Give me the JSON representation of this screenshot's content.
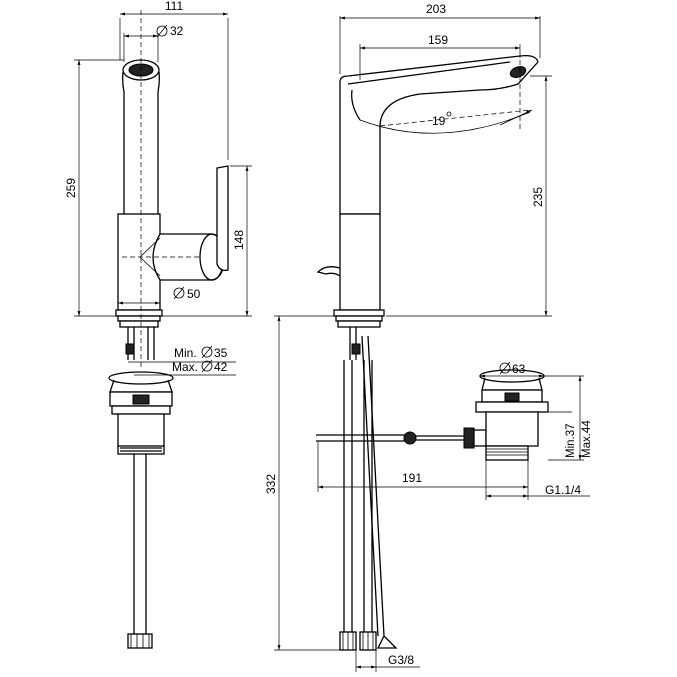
{
  "dimensions": {
    "d111": "111",
    "d32": "32",
    "d259": "259",
    "d148": "148",
    "d50": "50",
    "min35": "Min.",
    "min35v": "35",
    "max42": "Max.",
    "max42v": "42",
    "d203": "203",
    "d159": "159",
    "angle": "19",
    "d235": "235",
    "d332": "332",
    "d63": "63",
    "min37": "Min.37",
    "max44": "Max.44",
    "d191": "191",
    "g114": "G1.1/4",
    "g38": "G3/8"
  }
}
